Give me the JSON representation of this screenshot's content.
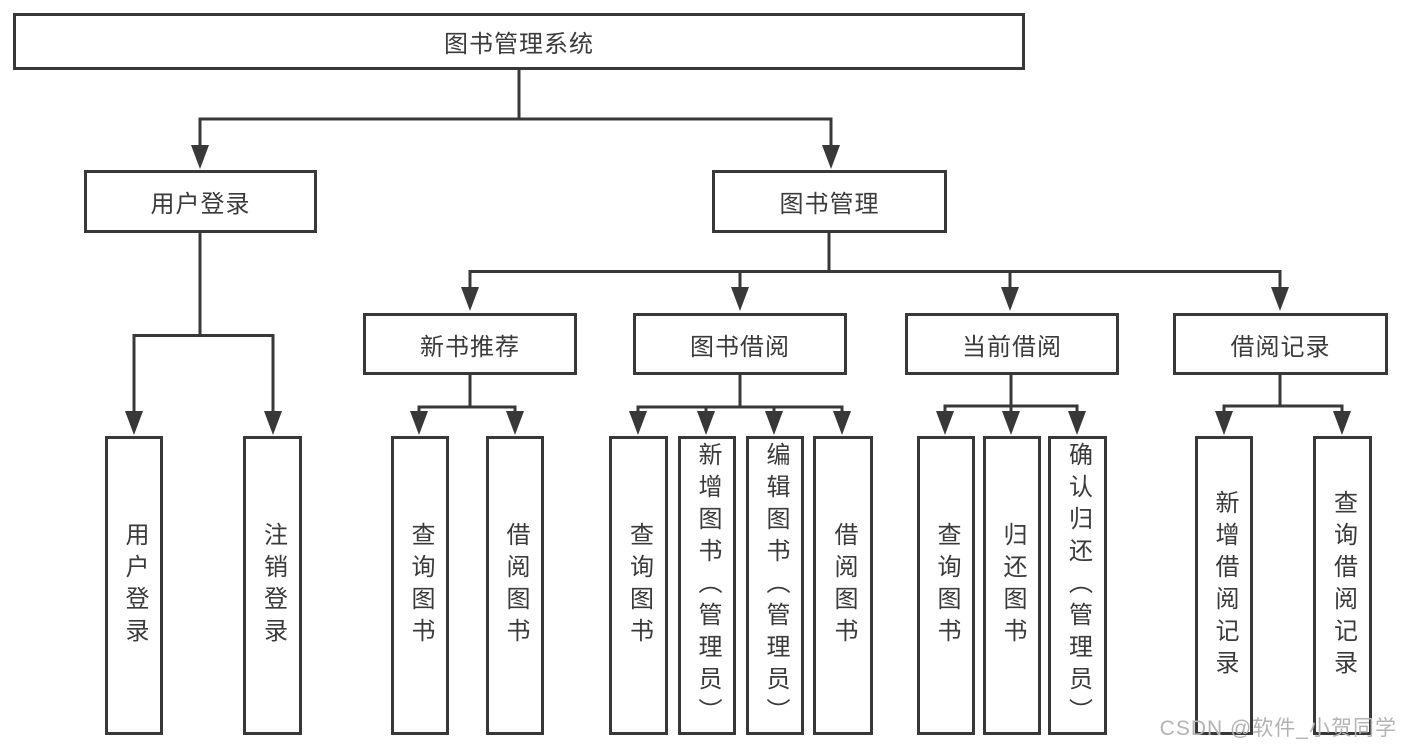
{
  "diagram": {
    "root": "图书管理系统",
    "level2": {
      "user_login": "用户登录",
      "book_management": "图书管理"
    },
    "level3": {
      "new_book_recommend": "新书推荐",
      "book_borrow": "图书借阅",
      "current_borrow": "当前借阅",
      "borrow_record": "借阅记录"
    },
    "leaves": {
      "user_login": [
        "用户登录",
        "注销登录"
      ],
      "new_book_recommend": [
        "查询图书",
        "借阅图书"
      ],
      "book_borrow": [
        "查询图书",
        "新增图书（管理员）",
        "编辑图书（管理员）",
        "借阅图书"
      ],
      "current_borrow": [
        "查询图书",
        "归还图书",
        "确认归还（管理员）"
      ],
      "borrow_record": [
        "新增借阅记录",
        "查询借阅记录"
      ]
    }
  },
  "watermark": "CSDN @软件_小贺同学",
  "colors": {
    "line": "#383838",
    "text": "#3a3a3a",
    "watermark": "#b3b3b3",
    "background": "#ffffff"
  }
}
